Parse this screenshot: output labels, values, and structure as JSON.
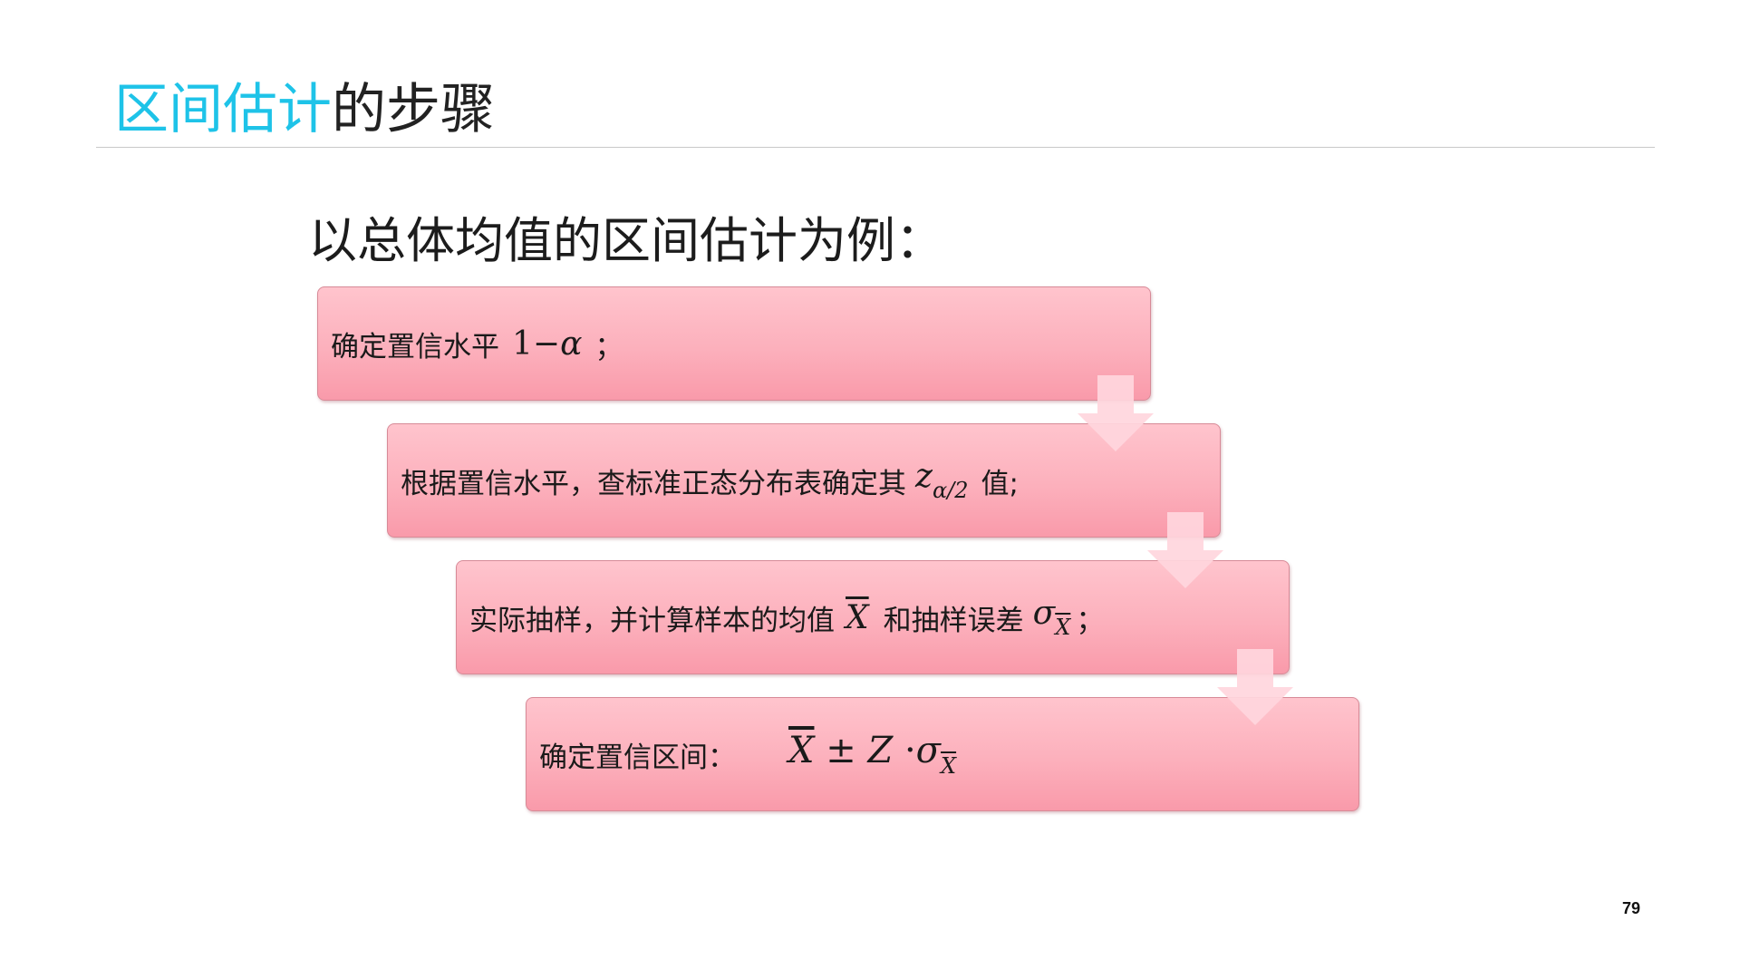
{
  "slide": {
    "title_accent": "区间估计",
    "title_rest": "的步骤",
    "intro": "以总体均值的区间估计为例：",
    "page_number": "79"
  },
  "steps": [
    {
      "text": "确定置信水平",
      "math_a": "1",
      "math_op": "−",
      "math_b": "α",
      "suffix": "；"
    },
    {
      "text": "根据置信水平，查标准正态分布表确定其",
      "math_var": "z",
      "math_sub": "α/2",
      "suffix": "值;"
    },
    {
      "text": "实际抽样，并计算样本的均值",
      "math_mean": "X",
      "mid_text": "和抽样误差",
      "math_sigma": "σ",
      "math_sigma_sub": "X",
      "suffix": "；"
    },
    {
      "text": "确定置信区间：",
      "math_mean": "X",
      "math_pm": "±",
      "math_z": "Z",
      "math_dot": "·",
      "math_sigma": "σ",
      "math_sigma_sub": "X"
    }
  ],
  "colors": {
    "accent": "#1ec3e8",
    "box_fill_top": "#ffc4cd",
    "box_fill_bottom": "#f99aaa",
    "arrow": "#ffd6dd"
  }
}
